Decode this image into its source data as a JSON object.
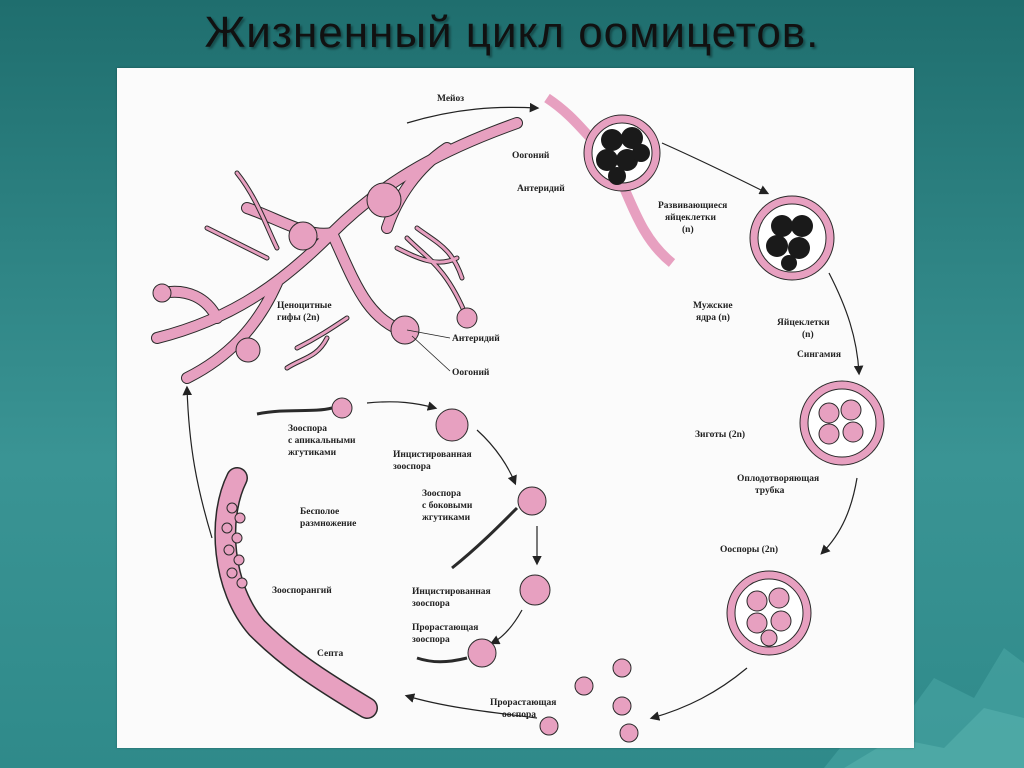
{
  "slide": {
    "title": "Жизненный цикл оомицетов."
  },
  "diagram": {
    "labels": {
      "meiosis": "Мейоз",
      "oogonium_top": "Оогоний",
      "antheridium_top": "Антеридий",
      "developing_eggs_1": "Развивающиеся",
      "developing_eggs_2": "яйцеклетки",
      "developing_eggs_3": "(n)",
      "male_nuclei_1": "Мужские",
      "male_nuclei_2": "ядра (n)",
      "eggs_1": "Яйцеклетки",
      "eggs_2": "(n)",
      "syngamy": "Сингамия",
      "zygotes": "Зиготы (2n)",
      "fert_tube_1": "Оплодотворяющая",
      "fert_tube_2": "трубка",
      "oospores": "Ооспоры (2n)",
      "germ_oospore_1": "Прорастающая",
      "germ_oospore_2": "ооспора",
      "coenocytic_1": "Ценоцитные",
      "coenocytic_2": "гифы (2n)",
      "antheridium": "Антеридий",
      "oogonium": "Оогоний",
      "zoospore_apical_1": "Зооспора",
      "zoospore_apical_2": "с апикальными",
      "zoospore_apical_3": "жгутиками",
      "encysted_1_1": "Инцистированная",
      "encysted_1_2": "зооспора",
      "zoospore_lateral_1": "Зооспора",
      "zoospore_lateral_2": "с боковыми",
      "zoospore_lateral_3": "жгутиками",
      "asexual_1": "Бесполое",
      "asexual_2": "размножение",
      "encysted_2_1": "Инцистированная",
      "encysted_2_2": "зооспора",
      "germ_zoospore_1": "Прорастающая",
      "germ_zoospore_2": "зооспора",
      "zoosporangium": "Зооспорангий",
      "septum": "Септа"
    }
  },
  "colors": {
    "background": "#2f8585",
    "panel": "#fbfbfb",
    "hyphae": "#e7a0c0",
    "outline": "#2a2a2a",
    "dark_eggs": "#1a1a1a"
  }
}
